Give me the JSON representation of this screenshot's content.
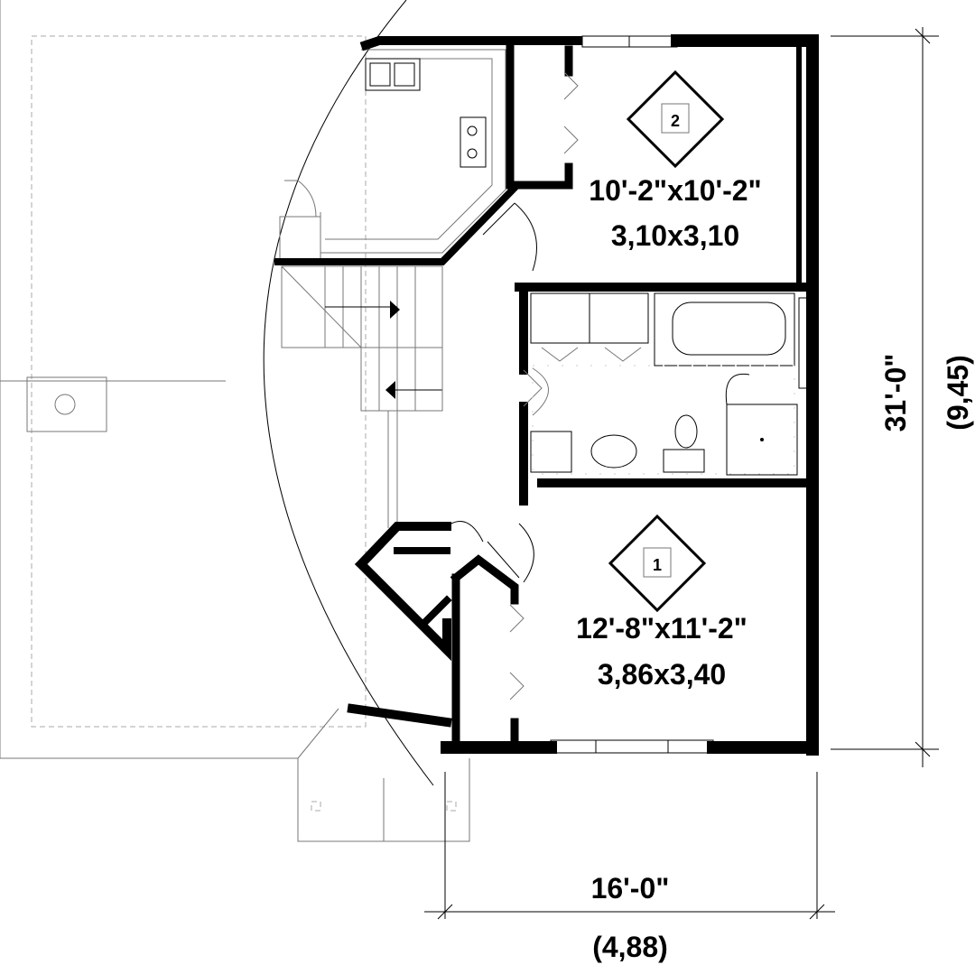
{
  "rooms": [
    {
      "id": "bedroom-2",
      "number": "2",
      "size_imperial": "10'-2\"x10'-2\"",
      "size_metric": "3,10x3,10"
    },
    {
      "id": "bedroom-1",
      "number": "1",
      "size_imperial": "12'-8\"x11'-2\"",
      "size_metric": "3,86x3,40"
    }
  ],
  "dimensions": {
    "width_imperial": "16'-0\"",
    "width_metric": "(4,88)",
    "depth_imperial": "31'-0\"",
    "depth_metric": "(9,45)"
  }
}
